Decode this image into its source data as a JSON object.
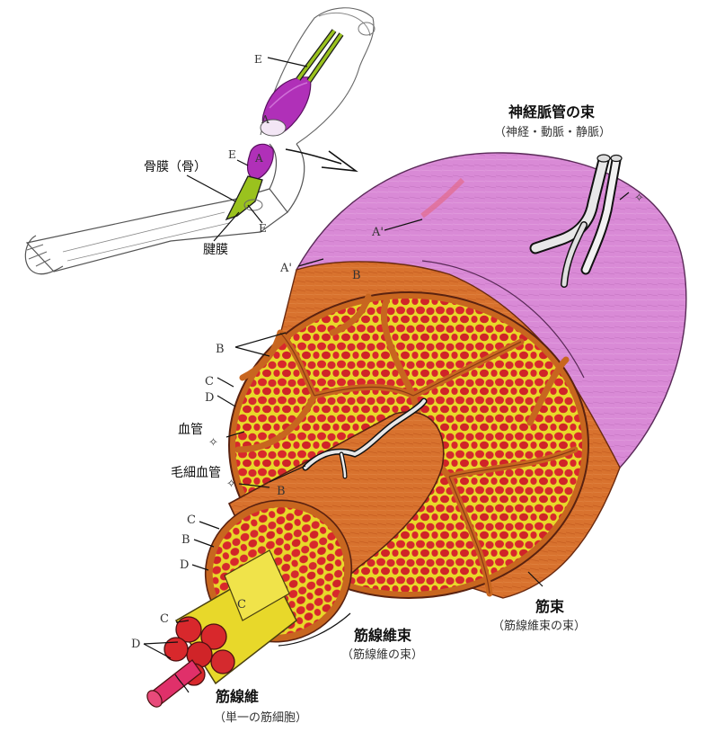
{
  "letters": {
    "A": "A",
    "A_prime": "A'",
    "B": "B",
    "C": "C",
    "D": "D",
    "E": "E"
  },
  "labels": {
    "nerve_bundle": "神経脈管の束",
    "nerve_bundle_sub": "（神経・動脈・静脈）",
    "periosteum": "骨膜（骨）",
    "tendon": "腱膜",
    "blood_vessel": "血管",
    "capillary": "毛細血管",
    "fascicle": "筋束",
    "fascicle_sub": "（筋線維束の束）",
    "fiber_bundle": "筋線維束",
    "fiber_bundle_sub": "（筋線維の束）",
    "fiber": "筋線維",
    "fiber_sub": "（単一の筋細胞）"
  },
  "symbols": {
    "star": "✧"
  },
  "colors": {
    "epimysium": "#d98ad6",
    "perimysium": "#d8722e",
    "fiber_red": "#d8282c",
    "endomysium": "#e8d82a",
    "arm_muscle": "#b030b8",
    "tendon_green": "#9ac21e",
    "vessel": "#e8e8e8"
  }
}
